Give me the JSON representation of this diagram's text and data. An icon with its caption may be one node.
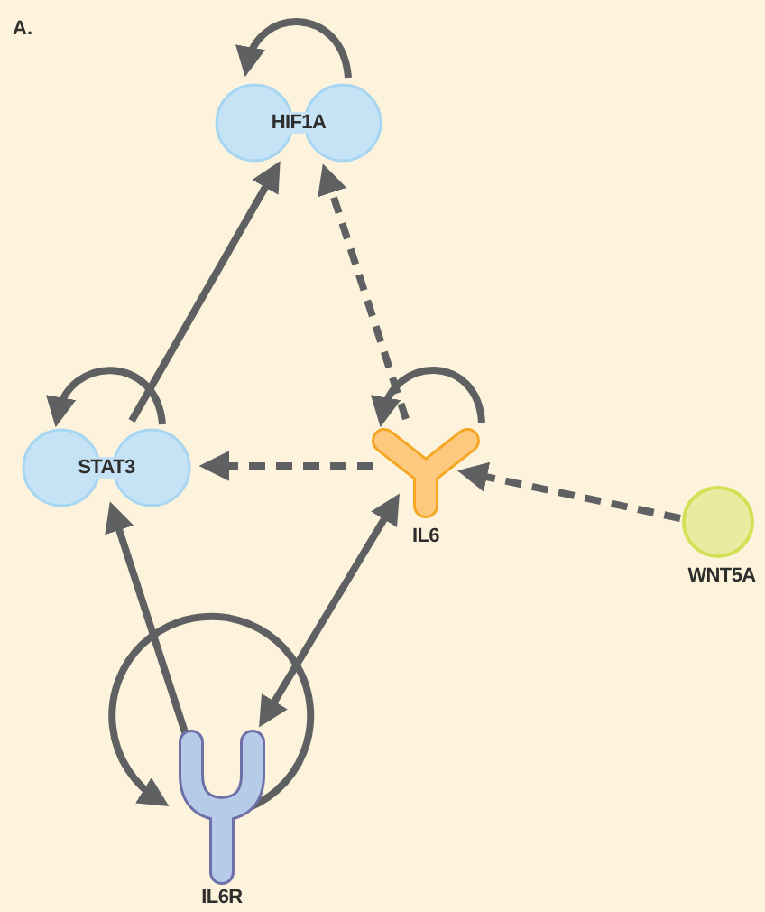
{
  "diagram": {
    "nodes": [
      {
        "text": [
          "HIF1A"
        ]
      },
      {
        "text": [
          "STAT3"
        ]
      },
      {
        "text": [
          "IL6"
        ]
      },
      {
        "text": [
          "WNT5A"
        ]
      },
      {
        "text": [
          "IL6R"
        ]
      }
    ],
    "edges": [
      {
        "from": 0,
        "to": 0,
        "arrow": "to"
      },
      {
        "from": 1,
        "to": 0,
        "arrow": "to"
      },
      {
        "from": 1,
        "to": 1,
        "arrow": "to"
      },
      {
        "from": 2,
        "to": 0,
        "arrow": "to",
        "style": "dashed"
      },
      {
        "from": 2,
        "to": 2,
        "arrow": "to"
      },
      {
        "from": 2,
        "to": 1,
        "arrow": "to",
        "style": "dashed"
      },
      {
        "from": 3,
        "to": 2,
        "arrow": "to",
        "style": "dashed"
      },
      {
        "from": 4,
        "to": 1,
        "arrow": "to"
      },
      {
        "from": 2,
        "to": 4,
        "arrow": "both"
      },
      {
        "from": 4,
        "to": 4,
        "arrow": "to"
      }
    ],
    "labels": [
      "A."
    ]
  }
}
